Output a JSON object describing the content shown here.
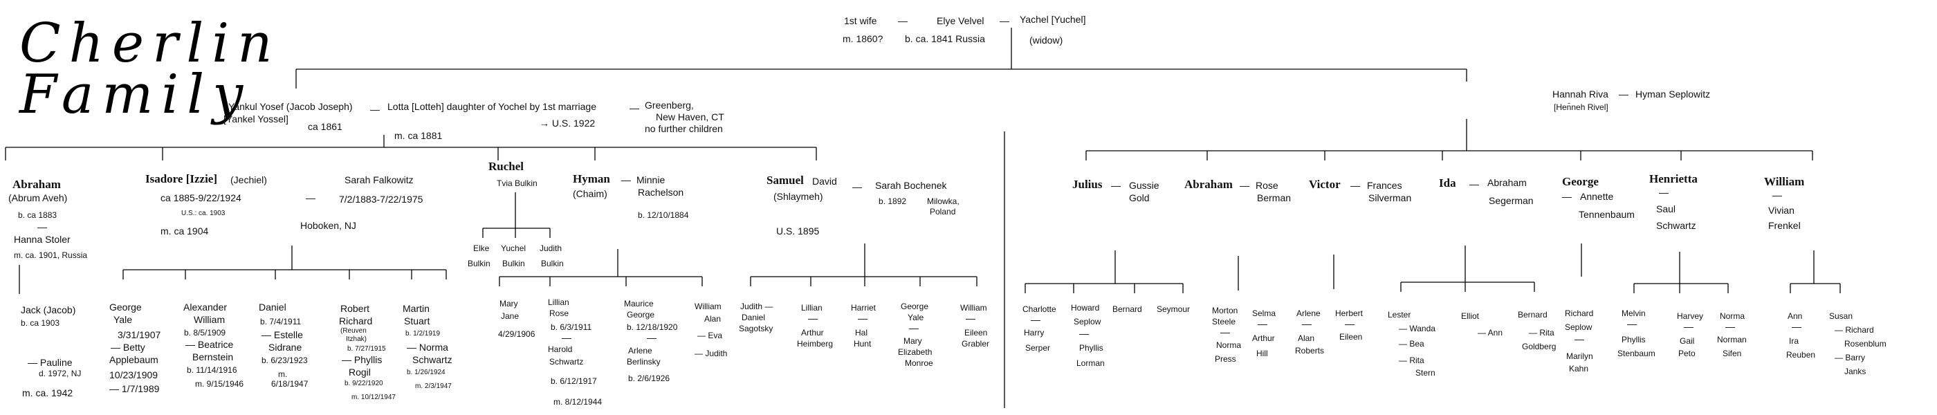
{
  "title": {
    "line1": "Cherlin",
    "line2": "Family"
  },
  "top": {
    "first_wife": "1st wife",
    "first_wife_married": "m. 1860?",
    "dash": "—",
    "patriarch": "Elye Velvel",
    "patriarch_birth": "b. ca. 1841 Russia",
    "second_wife": "Yachel [Yuchel]",
    "second_wife_note": "(widow)"
  },
  "left_couple": {
    "husband": "Yankul Yosef (Jacob Joseph)",
    "husband_alt": "[Yankel Yossel]",
    "husband_birth": "ca 1861",
    "wife": "Lotta [Lotteh] daughter of Yochel by 1st marriage",
    "married": "m. ca 1881",
    "immigration": "→ U.S. 1922",
    "residence": "Greenberg,",
    "residence2": "New Haven, CT",
    "residence3": "no further children"
  },
  "right_couple": {
    "wife": "Hannah Riva",
    "wife_alt": "[Hen̄neh Rivel]",
    "husband": "Hyman Seplowitz"
  },
  "left_children": {
    "abraham": {
      "name": "Abraham",
      "alt": "(Abrum Aveh)",
      "birth": "b. ca 1883",
      "spouse": "Hanna Stoler",
      "married": "m. ca. 1901, Russia"
    },
    "isadore": {
      "name": "Isadore [Izzie]",
      "alt": "(Jechiel)",
      "dates": "ca 1885-9/22/1924",
      "us": "U.S.: ca. 1903",
      "married": "m. ca 1904",
      "spouse": "Sarah Falkowitz",
      "spouse_dates": "7/2/1883-7/22/1975",
      "place": "Hoboken, NJ"
    },
    "ruchel": {
      "name": "Ruchel",
      "spouse": "Tvia Bulkin"
    },
    "hyman": {
      "name": "Hyman",
      "alt": "(Chaim)",
      "spouse": "Minnie",
      "spouse2": "Rachelson",
      "spouse_dates": "b. 12/10/1884"
    },
    "samuel": {
      "name": "Samuel",
      "alt": "(Shlaymeh)",
      "spouse_first": "David",
      "spouse": "Sarah Bochenek",
      "spouse_birth": "b. 1892",
      "spouse_place": "Milowka,",
      "spouse_place2": "Poland",
      "us": "U.S. 1895"
    }
  },
  "grandchildren_left": {
    "jack": {
      "name": "Jack (Jacob)",
      "birth": "b. ca 1903"
    },
    "pauline": {
      "name": "— Pauline",
      "death": "d. 1972, NJ",
      "married": "m. ca. 1942"
    },
    "george": {
      "name": "George",
      "n2": "Yale",
      "birth": "3/31/1907",
      "spouse": "— Betty",
      "spouse2": "Applebaum",
      "spouse_birth": "10/23/1909",
      "married": "— 1/7/1989"
    },
    "alexander": {
      "name": "Alexander",
      "n2": "William",
      "birth": "b. 8/5/1909",
      "spouse": "— Beatrice",
      "spouse2": "Bernstein",
      "spouse_birth": "b. 11/14/1916",
      "married": "m. 9/15/1946"
    },
    "daniel": {
      "name": "Daniel",
      "birth": "b. 7/4/1911",
      "spouse": "— Estelle",
      "spouse2": "Sidrane",
      "spouse_birth": "b. 6/23/1923",
      "married": "m.",
      "married2": "6/18/1947"
    },
    "robert": {
      "name": "Robert",
      "n2": "Richard",
      "n3": "(Reuven",
      "n4": "Itzhak)",
      "birth": "b. 7/27/1915",
      "spouse": "— Phyllis",
      "spouse2": "Rogil",
      "spouse_birth": "b. 9/22/1920",
      "married": "m. 10/12/1947"
    },
    "martin": {
      "name": "Martin",
      "n2": "Stuart",
      "birth": "b. 1/2/1919",
      "spouse": "— Norma",
      "spouse2": "Schwartz",
      "spouse_birth": "b. 1/26/1924",
      "married": "m. 2/3/1947"
    },
    "elke": {
      "line1": "Elke",
      "line2": "Bulkin"
    },
    "yuchel": {
      "line1": "Yuchel",
      "line2": "Bulkin"
    },
    "judith": {
      "line1": "Judith",
      "line2": "Bulkin"
    },
    "mary_jane": {
      "line1": "Mary",
      "line2": "Jane",
      "birth": "4/29/1906"
    },
    "lillian_rose": {
      "line1": "Lillian",
      "line2": "Rose",
      "birth": "b. 6/3/1911",
      "spouse": "Harold",
      "spouse2": "Schwartz",
      "spouse_birth": "b. 6/12/1917",
      "married": "m. 8/12/1944"
    },
    "maurice": {
      "line1": "Maurice",
      "line2": "George",
      "birth": "b. 12/18/1920",
      "spouse": "Arlene",
      "spouse2": "Berlinsky",
      "spouse_birth": "b. 2/6/1926"
    },
    "william_alan": {
      "line1": "William",
      "line2": "Alan",
      "c1": "— Eva",
      "c2": "— Judith"
    },
    "judith_s": {
      "line1": "Judith —",
      "line2": "Daniel",
      "line3": "Sagotsky"
    },
    "lillian_s": {
      "line1": "Lillian",
      "line2": "Arthur",
      "line3": "Heimberg"
    },
    "harriet": {
      "line1": "Harriet",
      "line2": "Hal",
      "line3": "Hunt"
    },
    "george_s": {
      "line1": "George",
      "line2": "Yale",
      "line3": "Mary",
      "line4": "Elizabeth",
      "line5": "Monroe"
    },
    "william_s": {
      "line1": "William",
      "line2": "Eileen",
      "line3": "Grabler"
    }
  },
  "right_children": {
    "julius": {
      "name": "Julius",
      "spouse": "Gussie",
      "spouse2": "Gold"
    },
    "abraham": {
      "name": "Abraham",
      "spouse": "Rose",
      "spouse2": "Berman"
    },
    "victor": {
      "name": "Victor",
      "spouse": "Frances",
      "spouse2": "Silverman"
    },
    "ida": {
      "name": "Ida",
      "spouse": "Abraham",
      "spouse2": "Segerman"
    },
    "george": {
      "name": "George",
      "spouse": "Annette",
      "spouse2": "Tennenbaum"
    },
    "henrietta": {
      "name": "Henrietta",
      "spouse": "Saul",
      "spouse2": "Schwartz"
    },
    "william": {
      "name": "William",
      "spouse": "Vivian",
      "spouse2": "Frenkel"
    }
  },
  "grandchildren_right": {
    "charlotte": {
      "line1": "Charlotte",
      "line2": "Harry",
      "line3": "Serper"
    },
    "howard": {
      "line1": "Howard",
      "line2": "Seplow",
      "line3": "Phyllis",
      "line4": "Lorman"
    },
    "bernard": {
      "line1": "Bernard"
    },
    "seymour": {
      "line1": "Seymour"
    },
    "morton": {
      "line1": "Morton",
      "line2": "Steele",
      "line3": "Norma",
      "line4": "Press"
    },
    "selma": {
      "line1": "Selma",
      "line2": "Arthur",
      "line3": "Hill"
    },
    "arlene": {
      "line1": "Arlene",
      "line2": "Alan",
      "line3": "Roberts"
    },
    "herbert": {
      "line1": "Herbert",
      "line2": "Eileen"
    },
    "lester": {
      "line1": "Lester",
      "c1": "— Wanda",
      "c2": "— Bea",
      "c3": "— Rita",
      "c3b": "Stern"
    },
    "elliot": {
      "line1": "Elliot",
      "line2": "— Ann"
    },
    "bernard_i": {
      "line1": "Bernard",
      "line2": "— Rita",
      "line3": "Goldberg"
    },
    "richard": {
      "line1": "Richard",
      "line2": "Seplow",
      "line3": "Marilyn",
      "line4": "Kahn"
    },
    "melvin": {
      "line1": "Melvin",
      "line2": "Phyllis",
      "line3": "Stenbaum"
    },
    "harvey": {
      "line1": "Harvey",
      "line2": "Gail",
      "line3": "Peto"
    },
    "norma": {
      "line1": "Norma",
      "line2": "Norman",
      "line3": "Sifen"
    },
    "ann": {
      "line1": "Ann",
      "line2": "Ira",
      "line3": "Reuben"
    },
    "susan": {
      "line1": "Susan",
      "line2": "— Richard",
      "line3": "Rosenblum",
      "line4": "— Barry",
      "line5": "Janks"
    }
  }
}
